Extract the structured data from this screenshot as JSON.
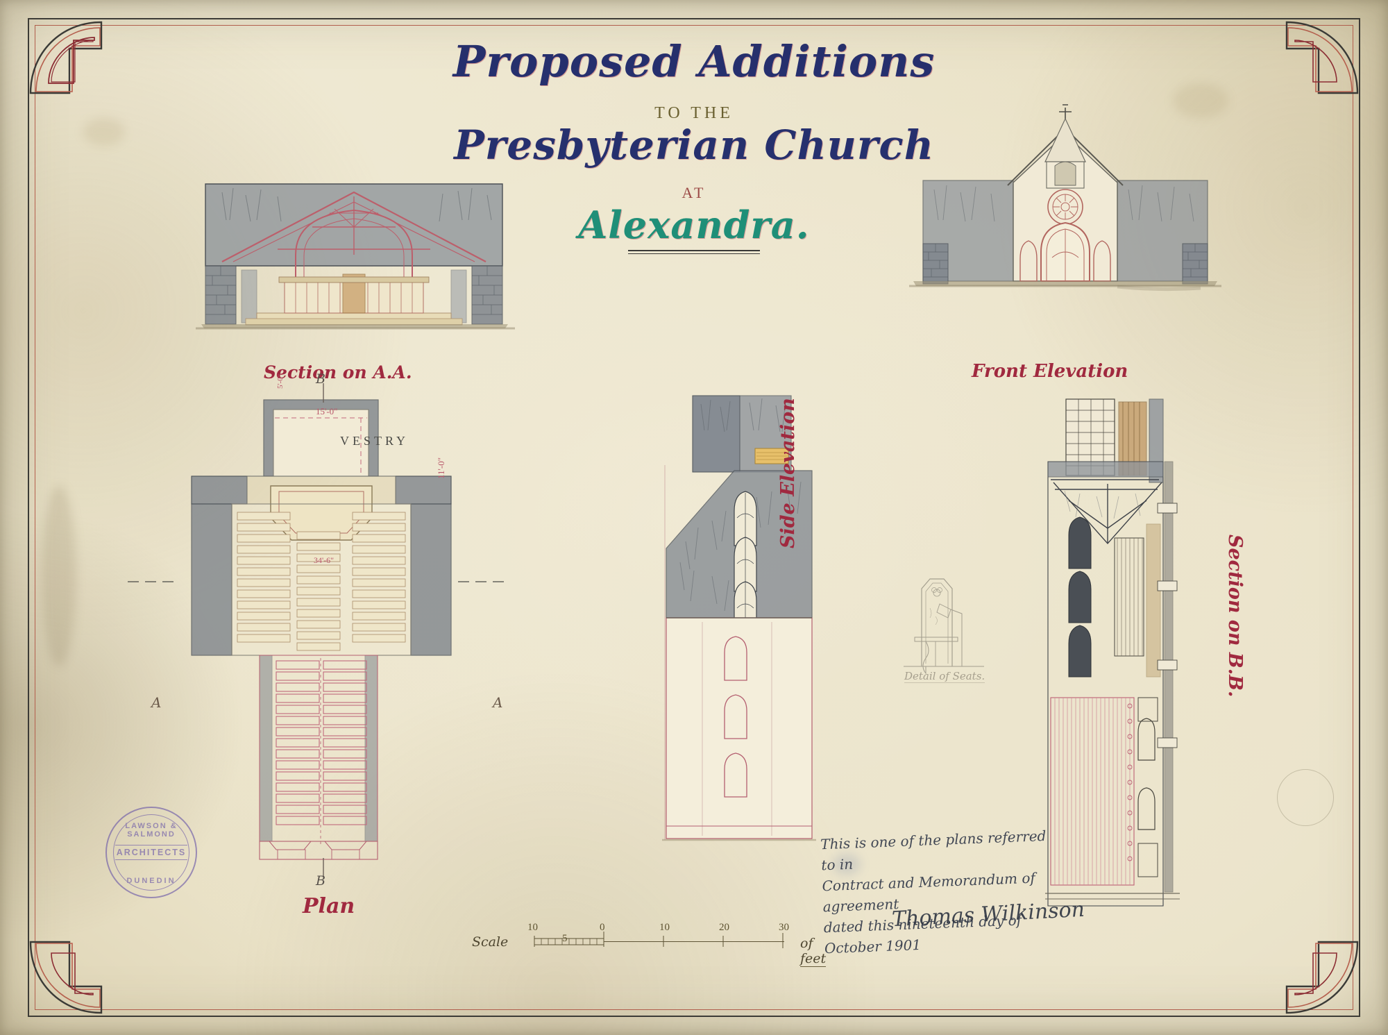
{
  "document": {
    "type": "architectural-drawing",
    "title_lines": [
      {
        "id": "line1",
        "text": "Proposed Additions",
        "style": "illuminated-gothic"
      },
      {
        "id": "line2",
        "text": "TO THE",
        "style": "roman-small"
      },
      {
        "id": "line3",
        "text": "Presbyterian Church",
        "style": "illuminated-gothic"
      },
      {
        "id": "line4",
        "text": "AT",
        "style": "roman-small"
      },
      {
        "id": "line5",
        "text": "Alexandra.",
        "style": "illuminated-gothic"
      }
    ]
  },
  "captions": {
    "section_aa": "Section on A.A.",
    "front_elevation": "Front Elevation",
    "plan": "Plan",
    "side_elevation": "Side Elevation",
    "section_bb": "Section on B.B.",
    "detail_of_seats": "Detail of Seats."
  },
  "plan_labels": {
    "vestry": "VESTRY",
    "dim_width": "15'-0\"",
    "dim_height": "11'-0\"",
    "dim_small": "5'-0\"",
    "dim_nave": "34'-6\"",
    "section_mark_left": "A",
    "section_mark_right": "A",
    "section_mark_top": "B",
    "section_mark_bottom": "B"
  },
  "scale": {
    "word": "Scale",
    "units": "of feet",
    "ticks": [
      "10",
      "5",
      "0",
      "10",
      "20",
      "30"
    ]
  },
  "stamp": {
    "arc_top": "LAWSON & SALMOND",
    "middle": "ARCHITECTS",
    "arc_bottom": "DUNEDIN",
    "color": "#6a57a8"
  },
  "memorandum": {
    "line1": "This is one of the plans referred to in",
    "line2": "Contract and Memorandum of agreement",
    "line3": "dated this nineteenth day of October 1901",
    "signature": "Thomas Wilkinson"
  },
  "colors": {
    "paper": "#f0e9d4",
    "ink_black": "#3a3a38",
    "ink_red": "#b9604f",
    "caption_red": "#a0293f",
    "title_green": "#1f8f78",
    "title_blue": "#26306e",
    "title_rose": "#c8756b",
    "roof_grey": "#8d939a",
    "stone_grey": "#7f858c",
    "wash_cream": "#e8dcb8",
    "pew_pink": "#c98293",
    "stamp_purple": "#6a57a8"
  }
}
